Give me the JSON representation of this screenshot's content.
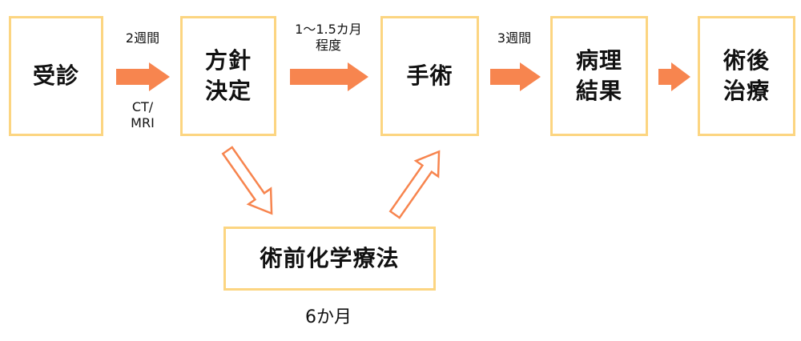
{
  "steps": {
    "visit": "受診",
    "policy": "方針\n決定",
    "surgery": "手術",
    "pathology": "病理\n結果",
    "postop": "術後\n治療"
  },
  "neoadjuvant": "術前化学療法",
  "intervals": {
    "visit_to_policy_top": "2週間",
    "visit_to_policy_bottom": "CT/\nMRI",
    "policy_to_surgery": "1〜1.5カ月\n程度",
    "surgery_to_pathology": "3週間",
    "neoadjuvant_duration": "6か月"
  },
  "colors": {
    "box_border": "#fcd581",
    "solid_arrow": "#f7854f",
    "outline_arrow": "#f7854f"
  }
}
